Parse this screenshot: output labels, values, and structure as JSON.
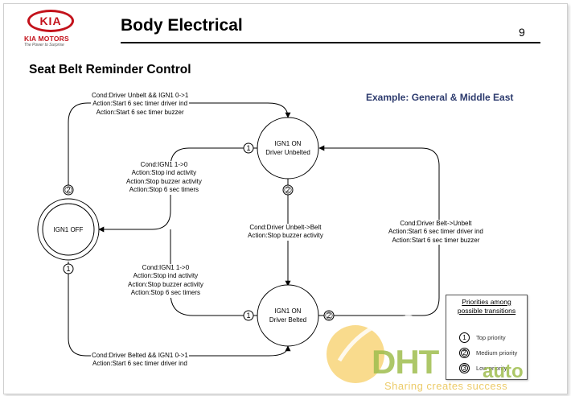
{
  "header": {
    "logo_text": "KIA",
    "logo_motors": "KIA MOTORS",
    "logo_tagline": "The Power to Surprise",
    "title": "Body Electrical",
    "page_number": "9"
  },
  "section_title": "Seat Belt Reminder Control",
  "example_label": "Example: General & Middle East",
  "states": {
    "ign1_off": "IGN1 OFF",
    "unbelted": [
      "IGN1 ON",
      "Driver Unbelted"
    ],
    "belted": [
      "IGN1 ON",
      "Driver Belted"
    ]
  },
  "priority_markers": {
    "top": "1",
    "medium": "2",
    "low": "3"
  },
  "transitions": {
    "off_to_unbelted": [
      "Cond:Driver Unbelt && IGN1 0->1",
      "Action:Start 6 sec timer driver ind",
      "Action:Start 6 sec timer buzzer"
    ],
    "unbelted_to_off": [
      "Cond:IGN1 1->0",
      "Action:Stop ind activity",
      "Action:Stop buzzer activity",
      "Action:Stop 6 sec timers"
    ],
    "unbelted_to_belted": [
      "Cond:Driver Unbelt->Belt",
      "Action:Stop buzzer activity"
    ],
    "belted_to_unbelted": [
      "Cond:Driver Belt->Unbelt",
      "Action:Start 6 sec timer driver ind",
      "Action:Start 6 sec timer buzzer"
    ],
    "belted_to_off": [
      "Cond:IGN1 1->0",
      "Action:Stop ind activity",
      "Action:Stop buzzer activity",
      "Action:Stop 6 sec timers"
    ],
    "off_to_belted": [
      "Cond:Driver Belted && IGN1 0->1",
      "Action:Start 6 sec timer driver ind"
    ]
  },
  "legend": {
    "title": [
      "Priorities among",
      "possible transitions"
    ],
    "items": [
      {
        "number": "1",
        "label": "Top priority"
      },
      {
        "number": "2",
        "label": "Medium priority"
      },
      {
        "number": "3",
        "label": "Low priority"
      }
    ]
  },
  "watermark": {
    "text_1": "DHT",
    "text_2": "auto",
    "slogan": "Sharing creates success"
  }
}
